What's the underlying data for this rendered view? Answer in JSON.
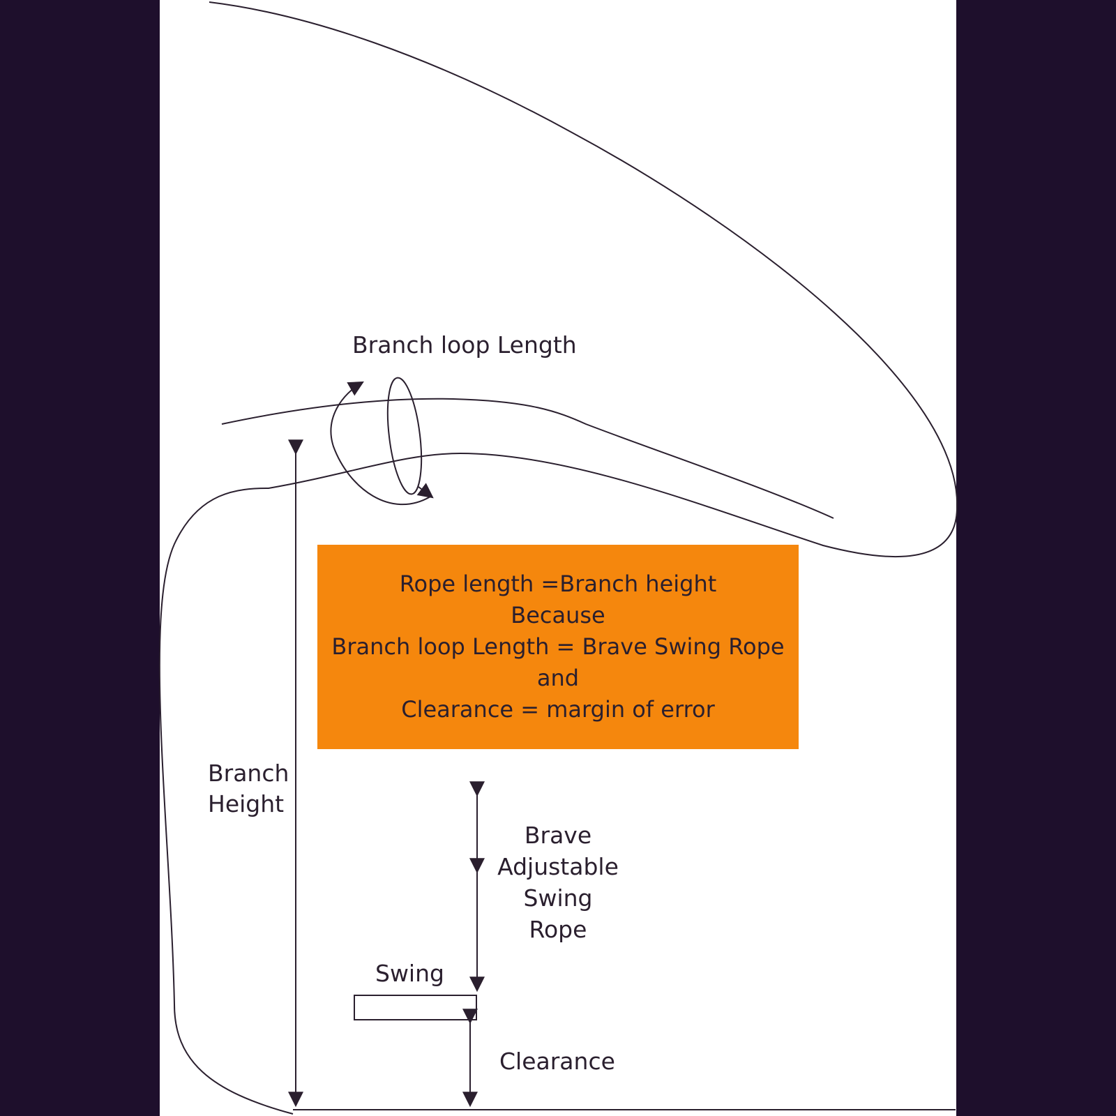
{
  "labels": {
    "branch_loop_length": "Branch loop Length",
    "branch_height_line1": "Branch",
    "branch_height_line2": "Height",
    "rope_line1": "Brave",
    "rope_line2": "Adjustable",
    "rope_line3": "Swing",
    "rope_line4": "Rope",
    "swing": "Swing",
    "clearance": "Clearance"
  },
  "info_box": {
    "line1": "Rope length =Branch height",
    "line2": "Because",
    "line3": "Branch loop Length = Brave Swing Rope",
    "line4": "and",
    "line5": "Clearance = margin of error"
  },
  "colors": {
    "background": "#1e0f2c",
    "panel": "#ffffff",
    "info_box": "#f5870d",
    "line": "#2a1f2e"
  }
}
